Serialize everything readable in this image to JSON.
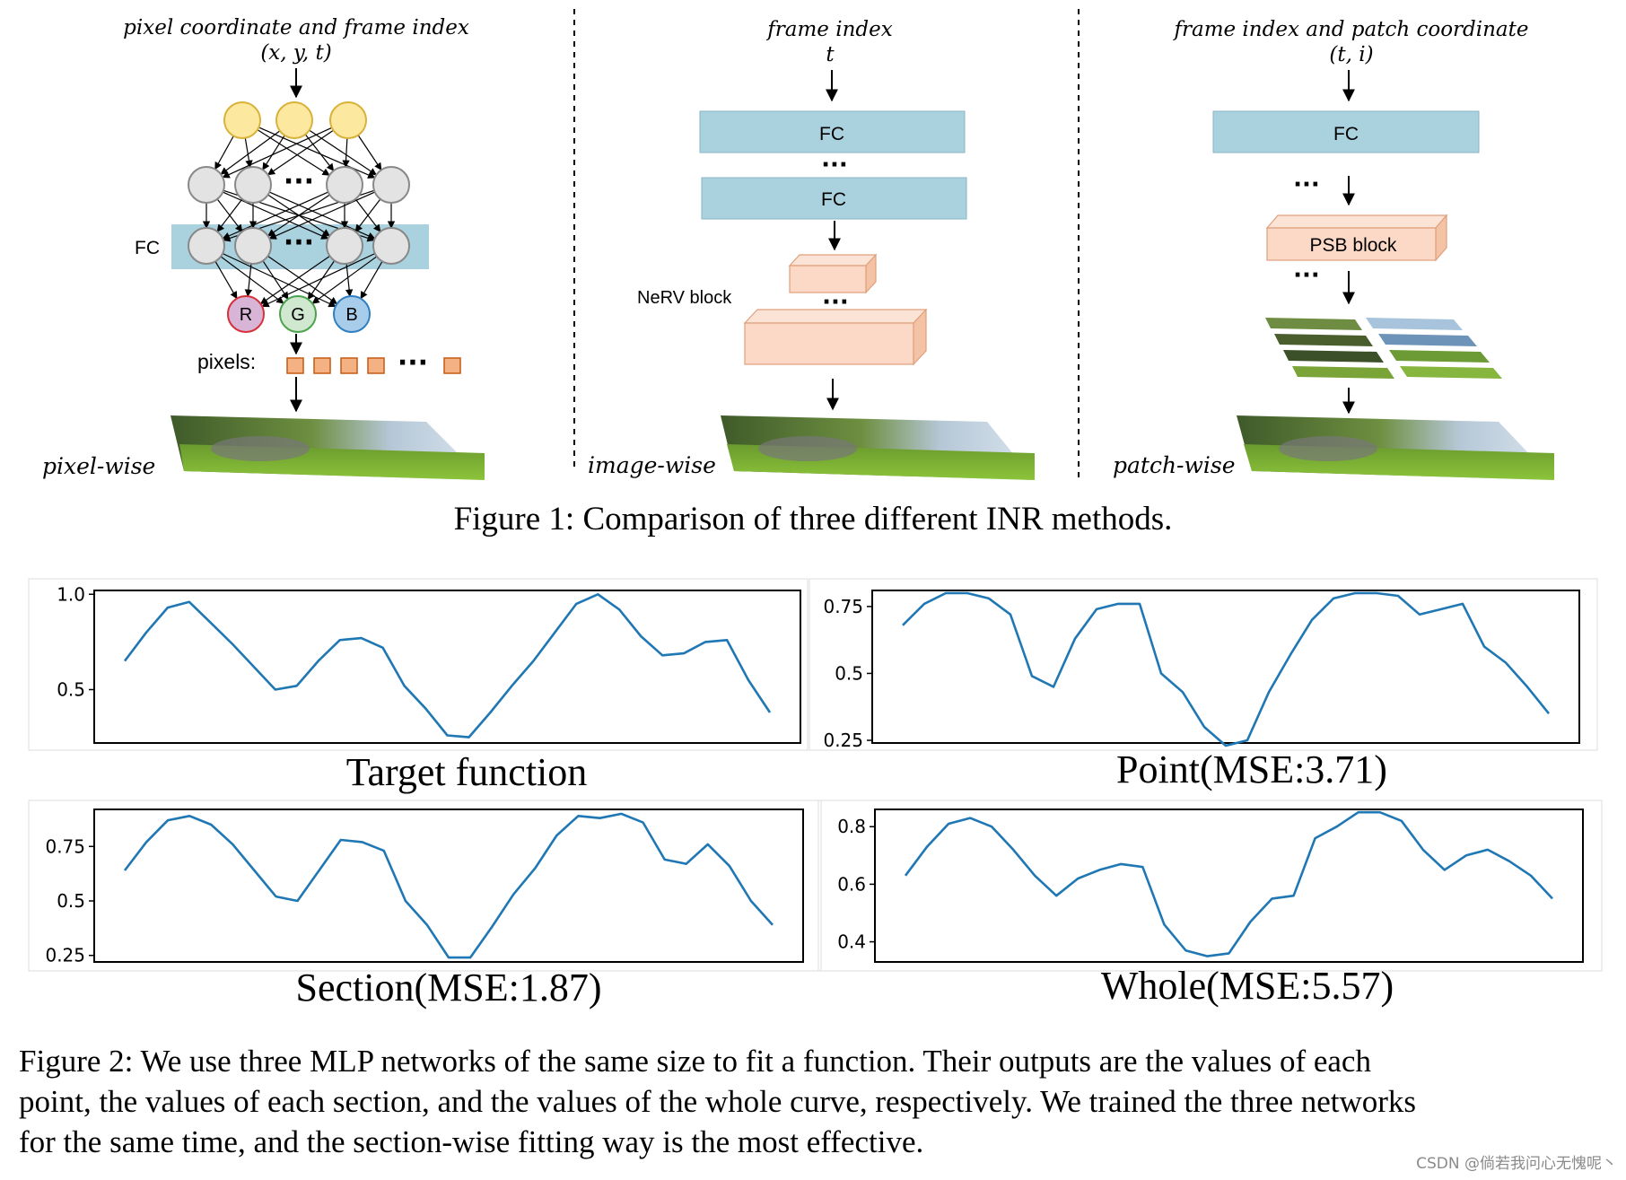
{
  "figure1": {
    "caption": "Figure 1: Comparison of three different INR methods.",
    "pixel": {
      "input_label": "pixel coordinate and frame index",
      "input_vars": "(x, y, t)",
      "fc_label": "FC",
      "outputs": [
        "R",
        "G",
        "B"
      ],
      "pixels_label": "pixels:",
      "method_label": "pixel-wise"
    },
    "image": {
      "input_label": "frame index",
      "input_vars": "t",
      "fc_labels": [
        "FC",
        "FC"
      ],
      "block_label": "NeRV block",
      "method_label": "image-wise"
    },
    "patch": {
      "input_label": "frame index and patch coordinate",
      "input_vars": "(t, i)",
      "fc_label": "FC",
      "block_label": "PSB block",
      "method_label": "patch-wise"
    },
    "ellipsis": "···",
    "colors": {
      "fc_blue": "#a9d1de",
      "block_peach": "#fbd9c6",
      "input_node": "#fde8a0",
      "hidden_node": "#e3e3e3",
      "line": "#1f77b4"
    }
  },
  "chart_data": [
    {
      "type": "line",
      "title": "Target function",
      "yticks": [
        0.5,
        1.0
      ],
      "ylim": [
        0.22,
        1.02
      ],
      "x": [
        0,
        1,
        2,
        3,
        4,
        5,
        6,
        7,
        8,
        9,
        10,
        11,
        12,
        13,
        14,
        15,
        16,
        17,
        18,
        19,
        20,
        21,
        22,
        23,
        24,
        25,
        26,
        27,
        28,
        29,
        30
      ],
      "values": [
        0.65,
        0.8,
        0.93,
        0.96,
        0.85,
        0.74,
        0.62,
        0.5,
        0.52,
        0.65,
        0.76,
        0.77,
        0.72,
        0.52,
        0.4,
        0.26,
        0.25,
        0.38,
        0.52,
        0.65,
        0.8,
        0.95,
        1.0,
        0.92,
        0.78,
        0.68,
        0.69,
        0.75,
        0.76,
        0.55,
        0.38
      ]
    },
    {
      "type": "line",
      "title": "Point(MSE:3.71)",
      "yticks": [
        0.25,
        0.5,
        0.75
      ],
      "ylim": [
        0.24,
        0.81
      ],
      "x": [
        0,
        1,
        2,
        3,
        4,
        5,
        6,
        7,
        8,
        9,
        10,
        11,
        12,
        13,
        14,
        15,
        16,
        17,
        18,
        19,
        20,
        21,
        22,
        23,
        24,
        25,
        26,
        27,
        28,
        29,
        30
      ],
      "values": [
        0.68,
        0.76,
        0.8,
        0.8,
        0.78,
        0.72,
        0.49,
        0.45,
        0.63,
        0.74,
        0.76,
        0.76,
        0.5,
        0.43,
        0.3,
        0.23,
        0.25,
        0.43,
        0.57,
        0.7,
        0.78,
        0.8,
        0.8,
        0.79,
        0.72,
        0.74,
        0.76,
        0.6,
        0.54,
        0.45,
        0.35
      ]
    },
    {
      "type": "line",
      "title": "Section(MSE:1.87)",
      "yticks": [
        0.25,
        0.5,
        0.75
      ],
      "ylim": [
        0.22,
        0.92
      ],
      "x": [
        0,
        1,
        2,
        3,
        4,
        5,
        6,
        7,
        8,
        9,
        10,
        11,
        12,
        13,
        14,
        15,
        16,
        17,
        18,
        19,
        20,
        21,
        22,
        23,
        24,
        25,
        26,
        27,
        28,
        29,
        30
      ],
      "values": [
        0.64,
        0.77,
        0.87,
        0.89,
        0.85,
        0.76,
        0.64,
        0.52,
        0.5,
        0.64,
        0.78,
        0.77,
        0.73,
        0.5,
        0.39,
        0.24,
        0.24,
        0.38,
        0.53,
        0.65,
        0.8,
        0.89,
        0.88,
        0.9,
        0.86,
        0.69,
        0.67,
        0.76,
        0.66,
        0.5,
        0.39
      ]
    },
    {
      "type": "line",
      "title": "Whole(MSE:5.57)",
      "yticks": [
        0.4,
        0.6,
        0.8
      ],
      "ylim": [
        0.33,
        0.86
      ],
      "x": [
        0,
        1,
        2,
        3,
        4,
        5,
        6,
        7,
        8,
        9,
        10,
        11,
        12,
        13,
        14,
        15,
        16,
        17,
        18,
        19,
        20,
        21,
        22,
        23,
        24,
        25,
        26,
        27,
        28,
        29,
        30
      ],
      "values": [
        0.63,
        0.73,
        0.81,
        0.83,
        0.8,
        0.72,
        0.63,
        0.56,
        0.62,
        0.65,
        0.67,
        0.66,
        0.46,
        0.37,
        0.35,
        0.36,
        0.47,
        0.55,
        0.56,
        0.76,
        0.8,
        0.85,
        0.85,
        0.82,
        0.72,
        0.65,
        0.7,
        0.72,
        0.68,
        0.63,
        0.55
      ]
    }
  ],
  "figure2": {
    "caption_lines": [
      "Figure 2: We use three MLP networks of the same size to fit a function. Their outputs are the values of each",
      "point, the values of each section, and the values of the whole curve, respectively. We trained the three networks",
      "for the same time, and the section-wise fitting way is the most effective."
    ]
  },
  "watermark": "CSDN @倘若我问心无愧呢丶"
}
